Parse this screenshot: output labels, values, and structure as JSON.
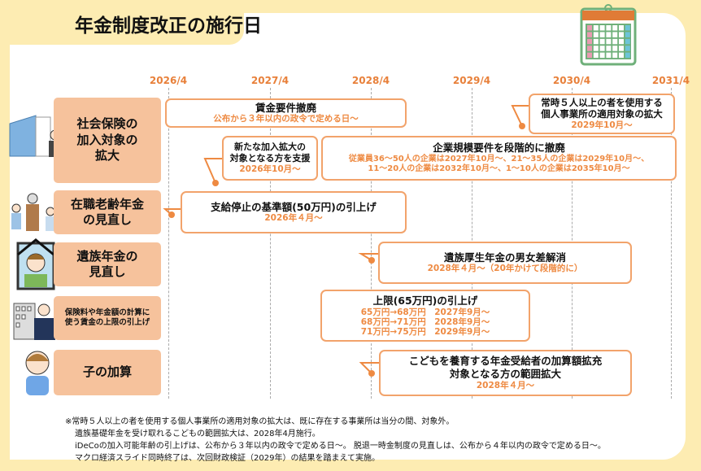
{
  "title": "年金制度改正の施行日",
  "timeline": {
    "years": [
      "2026/4",
      "2027/4",
      "2028/4",
      "2029/4",
      "2030/4",
      "2031/4"
    ]
  },
  "categories": [
    {
      "label": "社会保険の\n加入対象の\n拡大"
    },
    {
      "label": "在職老齢年金\nの見直し"
    },
    {
      "label": "遺族年金の\n見直し"
    },
    {
      "label": "保険料や年金額の計算に\n使う賃金の上限の引上げ"
    },
    {
      "label": "子の加算"
    }
  ],
  "events": [
    {
      "heading": "賃金要件撤廃",
      "sub": "公布から３年以内の政令で定める日～"
    },
    {
      "heading": "常時５人以上の者を使用する\n個人事業所の適用対象の拡大",
      "sub": "2029年10月～"
    },
    {
      "heading": "新たな加入拡大の\n対象となる方を支援",
      "sub": "2026年10月～"
    },
    {
      "heading": "企業規模要件を段階的に撤廃",
      "sub": "従業員36～50人の企業は2027年10月～、21～35人の企業は2029年10月～、\n11～20人の企業は2032年10月～、1～10人の企業は2035年10月～"
    },
    {
      "heading": "支給停止の基準額(50万円)の引上げ",
      "sub": "2026年４月～"
    },
    {
      "heading": "遺族厚生年金の男女差解消",
      "sub": "2028年４月～（20年かけて段階的に）"
    },
    {
      "heading": "上限(65万円)の引上げ",
      "sub": "65万円→68万円　2027年9月～\n68万円→71万円　2028年9月～\n71万円→75万円　2029年9月～"
    },
    {
      "heading": "こどもを養育する年金受給者の加算額拡充\n対象となる方の範囲拡大",
      "sub": "2028年４月～"
    }
  ],
  "notes": [
    "※常時５人以上の者を使用する個人事業所の適用対象の拡大は、既に存在する事業所は当分の間、対象外。",
    "遺族基礎年金を受け取れるこどもの範囲拡大は、2028年4月施行。",
    "iDeCoの加入可能年齢の引上げは、公布から３年以内の政令で定める日～。 脱退一時金制度の見直しは、公布から４年以内の政令で定める日～。",
    "マクロ経済スライド同時終了は、次回財政検証（2029年）の結果を踏まえて実施。"
  ],
  "colors": {
    "accent": "#ee8a42",
    "category_bg": "#f6c29c",
    "frame": "#fdecb2",
    "box_border": "#f2a36b"
  }
}
